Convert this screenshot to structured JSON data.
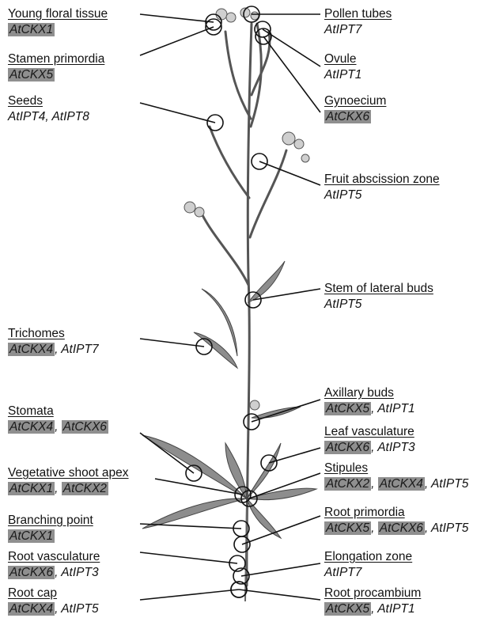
{
  "annotations": {
    "left": [
      {
        "title": "Young floral tissue",
        "genes": [
          {
            "name": "AtCKX1",
            "highlight": true
          }
        ]
      },
      {
        "title": "Stamen primordia",
        "genes": [
          {
            "name": "AtCKX5",
            "highlight": true
          }
        ]
      },
      {
        "title": "Seeds",
        "genes": [
          {
            "name": "AtIPT4",
            "highlight": false
          },
          {
            "name": "AtIPT8",
            "highlight": false
          }
        ]
      },
      {
        "title": "Trichomes",
        "genes": [
          {
            "name": "AtCKX4",
            "highlight": true
          },
          {
            "name": "AtIPT7",
            "highlight": false
          }
        ]
      },
      {
        "title": "Stomata",
        "genes": [
          {
            "name": "AtCKX4",
            "highlight": true
          },
          {
            "name": "AtCKX6",
            "highlight": true
          }
        ]
      },
      {
        "title": "Vegetative shoot apex",
        "genes": [
          {
            "name": "AtCKX1",
            "highlight": true
          },
          {
            "name": "AtCKX2",
            "highlight": true
          }
        ]
      },
      {
        "title": "Branching point",
        "genes": [
          {
            "name": "AtCKX1",
            "highlight": true
          }
        ]
      },
      {
        "title": "Root vasculature",
        "genes": [
          {
            "name": "AtCKX6",
            "highlight": true
          },
          {
            "name": "AtIPT3",
            "highlight": false
          }
        ]
      },
      {
        "title": "Root cap",
        "genes": [
          {
            "name": "AtCKX4",
            "highlight": true
          },
          {
            "name": "AtIPT5",
            "highlight": false
          }
        ]
      }
    ],
    "right": [
      {
        "title": "Pollen tubes",
        "genes": [
          {
            "name": "AtIPT7",
            "highlight": false
          }
        ]
      },
      {
        "title": "Ovule",
        "genes": [
          {
            "name": "AtIPT1",
            "highlight": false
          }
        ]
      },
      {
        "title": "Gynoecium",
        "genes": [
          {
            "name": "AtCKX6",
            "highlight": true
          }
        ]
      },
      {
        "title": "Fruit abscission zone",
        "genes": [
          {
            "name": "AtIPT5",
            "highlight": false
          }
        ]
      },
      {
        "title": "Stem of lateral buds",
        "genes": [
          {
            "name": "AtIPT5",
            "highlight": false
          }
        ]
      },
      {
        "title": "Axillary buds",
        "genes": [
          {
            "name": "AtCKX5",
            "highlight": true
          },
          {
            "name": "AtIPT1",
            "highlight": false
          }
        ]
      },
      {
        "title": "Leaf vasculature",
        "genes": [
          {
            "name": "AtCKX6",
            "highlight": true
          },
          {
            "name": "AtIPT3",
            "highlight": false
          }
        ]
      },
      {
        "title": "Stipules",
        "genes": [
          {
            "name": "AtCKX2",
            "highlight": true
          },
          {
            "name": "AtCKX4",
            "highlight": true
          },
          {
            "name": "AtIPT5",
            "highlight": false
          }
        ]
      },
      {
        "title": "Root primordia",
        "genes": [
          {
            "name": "AtCKX5",
            "highlight": true
          },
          {
            "name": "AtCKX6",
            "highlight": true
          },
          {
            "name": "AtIPT5",
            "highlight": false
          }
        ]
      },
      {
        "title": "Elongation zone",
        "genes": [
          {
            "name": "AtIPT7",
            "highlight": false
          }
        ]
      },
      {
        "title": "Root procambium",
        "genes": [
          {
            "name": "AtCKX5",
            "highlight": true
          },
          {
            "name": "AtIPT1",
            "highlight": false
          }
        ]
      }
    ]
  },
  "colors": {
    "highlight": "#8f8f8f",
    "line": "#111111",
    "plant": "#555555"
  }
}
